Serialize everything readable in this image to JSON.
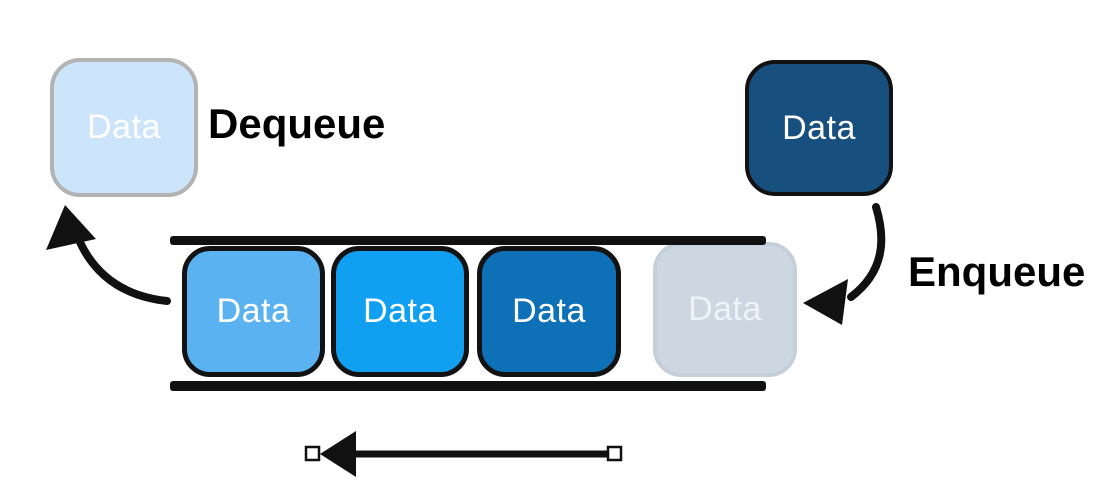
{
  "diagram": {
    "type": "queue-data-structure",
    "labels": {
      "dequeue": "Dequeue",
      "enqueue": "Enqueue"
    },
    "dequeued_box": {
      "label": "Data",
      "fill": "#cde5fa",
      "border": "#b3b3b3",
      "text": "#ffffff"
    },
    "incoming_box": {
      "label": "Data",
      "fill": "#174f7e",
      "border": "#121212",
      "text": "#ffffff"
    },
    "queue_items": [
      {
        "label": "Data",
        "fill": "#5ab2f1",
        "border": "#121212",
        "text": "#ffffff"
      },
      {
        "label": "Data",
        "fill": "#119ff2",
        "border": "#121212",
        "text": "#ffffff"
      },
      {
        "label": "Data",
        "fill": "#0e71b8",
        "border": "#121212",
        "text": "#ffffff"
      },
      {
        "label": "Data",
        "fill": "#ccd7e1",
        "border": "#c5cfd9",
        "text": "#eef3f7"
      }
    ],
    "colors": {
      "ink": "#111111",
      "background": "#ffffff"
    }
  }
}
